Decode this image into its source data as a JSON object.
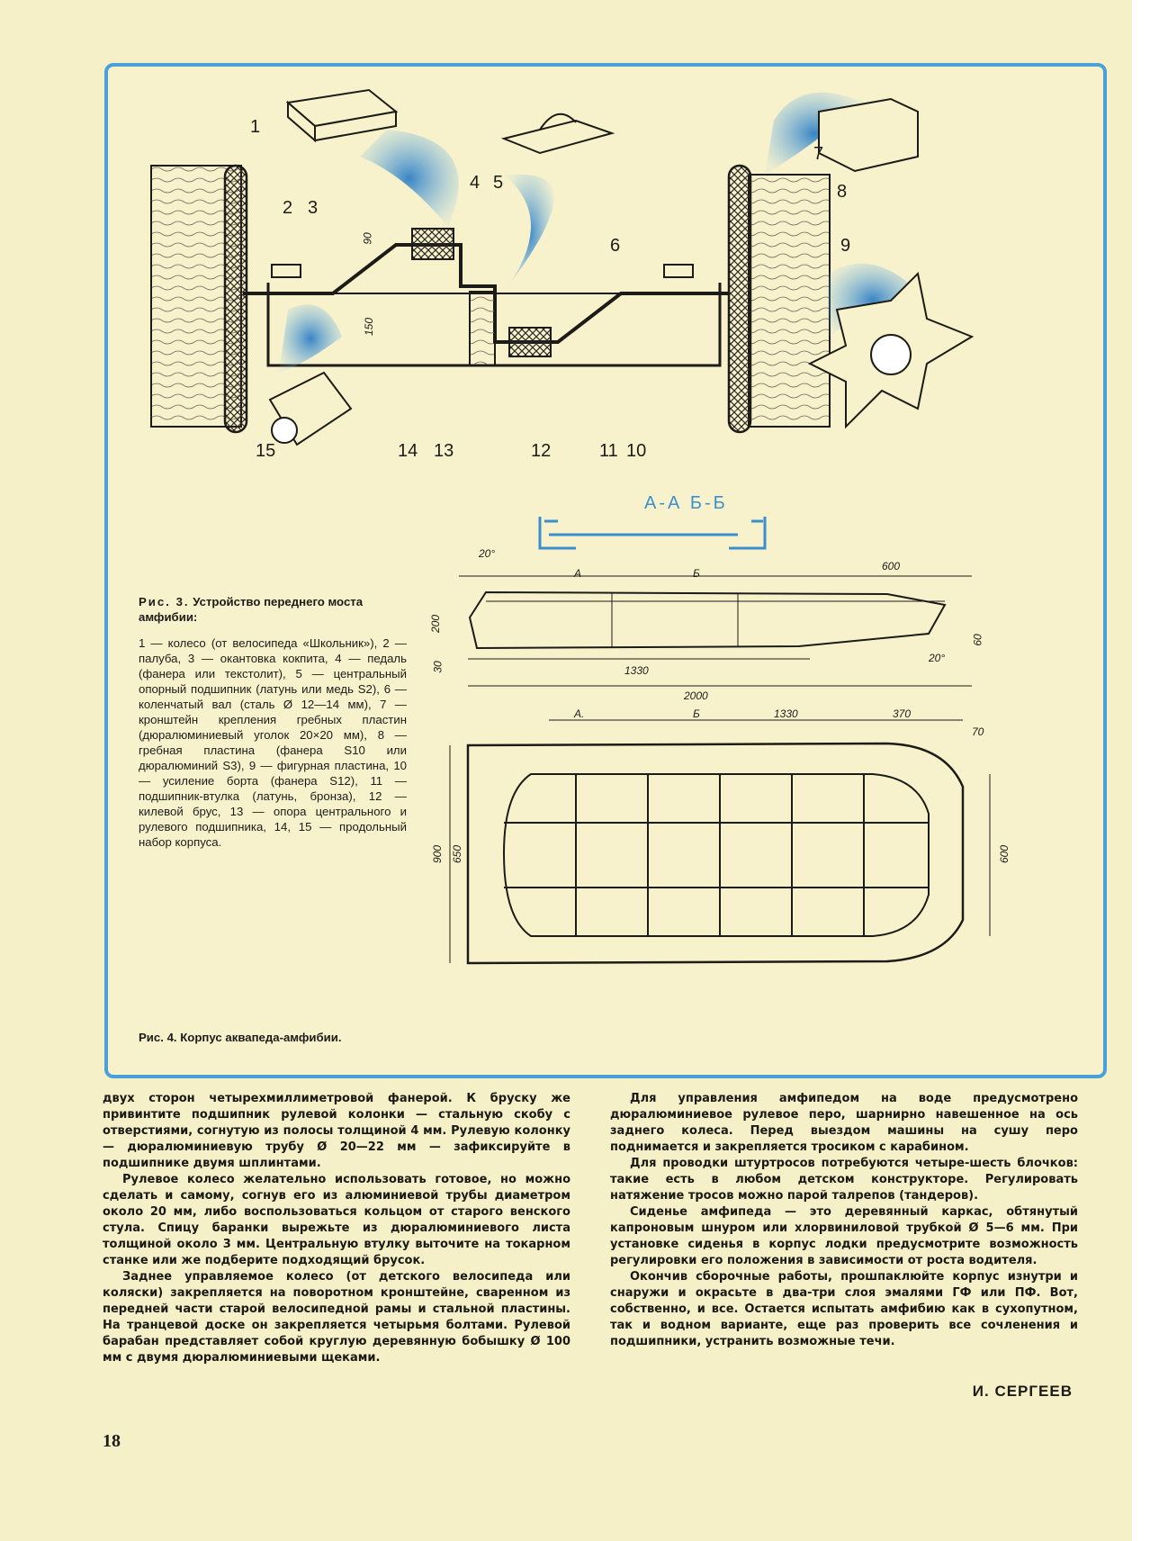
{
  "figure3": {
    "part_numbers": [
      "1",
      "2",
      "3",
      "4",
      "5",
      "6",
      "7",
      "8",
      "9",
      "15",
      "14",
      "13",
      "12",
      "11",
      "10"
    ],
    "dimension_90": "90",
    "dimension_150": "150",
    "section_label": "А-А  Б-Б",
    "caption_title_prefix": "Рис. 3.",
    "caption_title": "Устройство переднего моста амфибии:",
    "legend": "1 — колесо (от велосипеда «Школьник»), 2 — палуба, 3 — окантовка кокпита, 4 — педаль (фанера или текстолит), 5 — центральный опорный подшипник (латунь или медь S2), 6 — коленчатый вал (сталь Ø 12—14 мм), 7 — кронштейн крепления гребных пластин (дюралюминиевый уголок 20×20 мм), 8 — гребная пластина (фанера S10 или дюралюминий S3), 9 — фигурная пластина, 10 — усиление борта (фанера S12), 11 — подшипник-втулка (латунь, бронза), 12 — килевой брус, 13 — опора центрального и рулевого подшипника, 14, 15 — продольный набор корпуса."
  },
  "figure4": {
    "caption_prefix": "Рис. 4.",
    "caption": "Корпус аквапеда-амфибии.",
    "side_view": {
      "angle_top": "20°",
      "angle_bottom": "20°",
      "section_a": "А",
      "section_b": "Б",
      "dim_600": "600",
      "dim_200": "200",
      "dim_30": "30",
      "dim_60": "60",
      "dim_1330": "1330",
      "dim_2000": "2000"
    },
    "plan_view": {
      "section_a": "А.",
      "section_b": "Б",
      "dim_1330": "1330",
      "dim_370": "370",
      "dim_70": "70",
      "dim_900": "900",
      "dim_650": "650",
      "dim_600": "600"
    }
  },
  "article": {
    "left_column": [
      "двух сторон четырехмиллиметровой фанерой. К бруску же привинтите подшипник рулевой колонки — стальную скобу с отверстиями, согнутую из полосы толщиной 4 мм. Рулевую колонку — дюралюминиевую трубу Ø 20—22 мм — зафиксируйте в подшипнике двумя шплинтами.",
      "Рулевое колесо желательно использовать готовое, но можно сделать и самому, согнув его из алюминиевой трубы диаметром около 20 мм, либо воспользоваться кольцом от старого венского стула. Спицу баранки вырежьте из дюралюминиевого листа толщиной около 3 мм. Центральную втулку выточите на токарном станке или же подберите подходящий брусок.",
      "Заднее управляемое колесо (от детского велосипеда или коляски) закрепляется на поворотном кронштейне, сваренном из передней части старой велосипедной рамы и стальной пластины. На транцевой доске он закрепляется четырьмя болтами. Рулевой барабан представляет собой круглую деревянную бобышку Ø 100 мм с двумя дюралюминиевыми щеками."
    ],
    "right_column": [
      "Для управления амфипедом на воде предусмотрено дюралюминиевое рулевое перо, шарнирно навешенное на ось заднего колеса. Перед выездом машины на сушу перо поднимается и закрепляется тросиком с карабином.",
      "Для проводки штуртросов потребуются четыре-шесть блочков: такие есть в любом детском конструкторе. Регулировать натяжение тросов можно парой талрепов (тандеров).",
      "Сиденье амфипеда — это деревянный каркас, обтянутый капроновым шнуром или хлорвиниловой трубкой Ø 5—6 мм. При установке сиденья в корпус лодки предусмотрите возможность регулировки его положения в зависимости от роста водителя.",
      "Окончив сборочные работы, прошпаклюйте корпус изнутри и снаружи и окрасьте в два-три слоя эмалями ГФ или ПФ. Вот, собственно, и все. Остается испытать амфибию как в сухопутном, так и водном варианте, еще раз проверить все сочленения и подшипники, устранить возможные течи."
    ],
    "author": "И. СЕРГЕЕВ",
    "page_number": "18"
  },
  "colors": {
    "paper": "#f6f0c8",
    "frame_blue": "#4aa0d8",
    "ink": "#1c1b17",
    "highlight_blue": "#3b8fcf"
  }
}
